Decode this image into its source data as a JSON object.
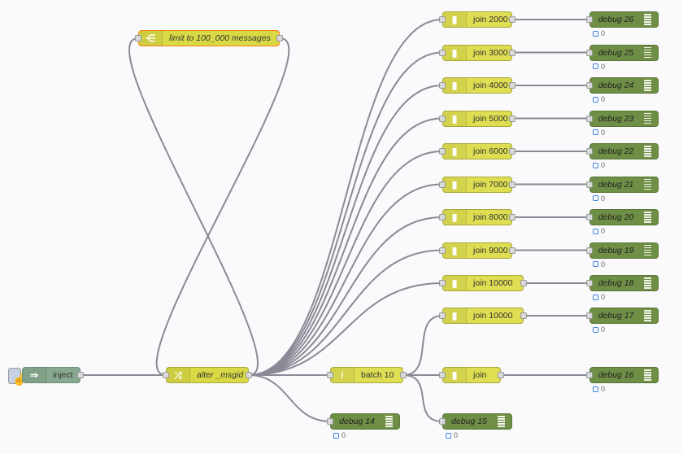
{
  "flow": {
    "inject": {
      "label": "inject",
      "icon": "arrow-right-icon"
    },
    "alter": {
      "label": "alter _msgid",
      "icon": "shuffle-icon"
    },
    "limit": {
      "label": "limit to 100_000 messages",
      "icon": "split-icon"
    },
    "batch": {
      "label": "batch 10",
      "icon": "batch-icon"
    },
    "join_plain": {
      "label": "join",
      "icon": "join-icon"
    },
    "join_batch": {
      "label": "join 10000",
      "icon": "join-icon"
    },
    "joins": [
      {
        "label": "join 2000",
        "debug": "debug 26",
        "count": "0"
      },
      {
        "label": "join 3000",
        "debug": "debug 25",
        "count": "0"
      },
      {
        "label": "join 4000",
        "debug": "debug 24",
        "count": "0"
      },
      {
        "label": "join 5000",
        "debug": "debug 23",
        "count": "0"
      },
      {
        "label": "join 6000",
        "debug": "debug 22",
        "count": "0"
      },
      {
        "label": "join 7000",
        "debug": "debug 21",
        "count": "0"
      },
      {
        "label": "join 8000",
        "debug": "debug 20",
        "count": "0"
      },
      {
        "label": "join 9000",
        "debug": "debug 19",
        "count": "0"
      },
      {
        "label": "join 10000",
        "debug": "debug 18",
        "count": "0"
      }
    ],
    "debug17": {
      "label": "debug 17",
      "count": "0"
    },
    "debug16": {
      "label": "debug 16",
      "count": "0"
    },
    "debug15": {
      "label": "debug 15",
      "count": "0"
    },
    "debug14": {
      "label": "debug 14",
      "count": "0"
    }
  },
  "colors": {
    "function": "#d9d945",
    "join": "#dede52",
    "inject": "#87a98f",
    "debug": "#6e8f45",
    "wire": "#888888",
    "selected": "#ff7f0e",
    "status": "#3b82e0"
  }
}
